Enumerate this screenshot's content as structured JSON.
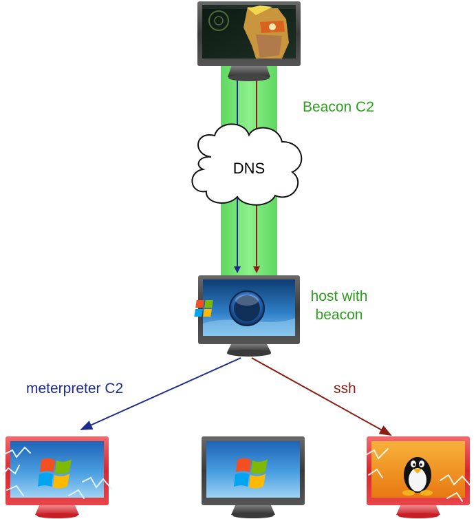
{
  "labels": {
    "beacon_c2": "Beacon C2",
    "dns": "DNS",
    "host_line1": "host with",
    "host_line2": "beacon",
    "meterpreter": "meterpreter C2",
    "ssh": "ssh"
  },
  "colors": {
    "tunnel_green": "#6fe66f",
    "beacon_text": "#2e9e1e",
    "meterpreter_arrow": "#1d2a8c",
    "ssh_arrow": "#8c1d12",
    "compromised_frame": "#e0333a",
    "monitor_frame": "#4a4a4a"
  },
  "nodes": {
    "attacker": {
      "icon": "attacker-character-icon"
    },
    "beacon_host": {
      "icon": "windows-vista-orb-icon"
    },
    "target_left": {
      "icon": "windows-logo-icon",
      "state": "compromised"
    },
    "target_middle": {
      "icon": "windows-logo-icon",
      "state": "normal"
    },
    "target_right": {
      "icon": "linux-tux-icon",
      "state": "compromised"
    }
  }
}
